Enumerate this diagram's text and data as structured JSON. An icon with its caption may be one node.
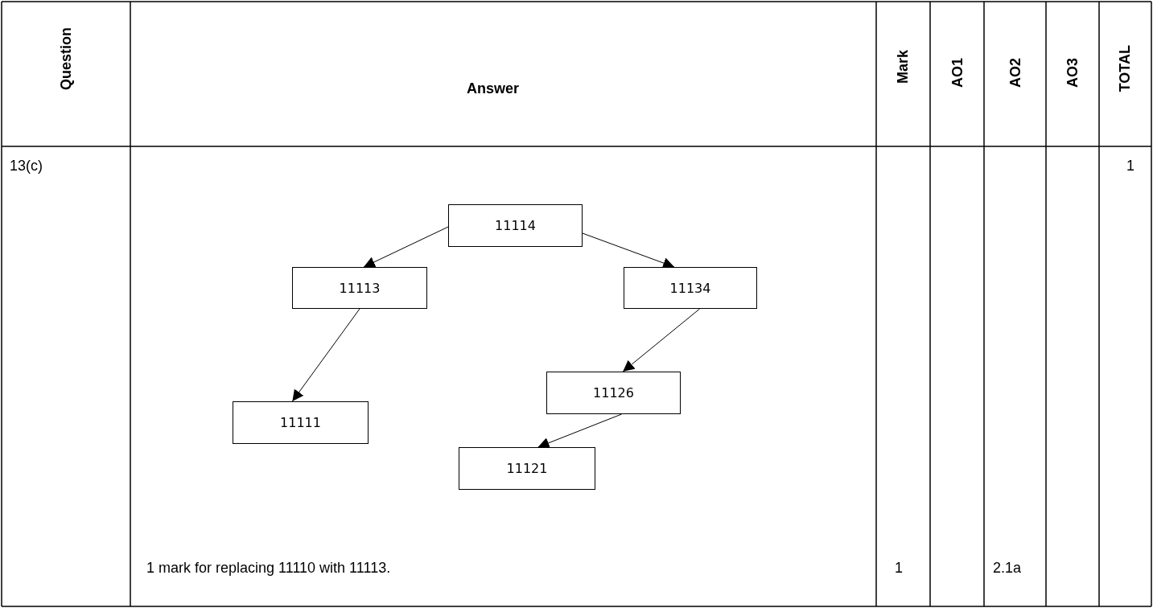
{
  "diagram": {
    "nodes": [
      {
        "text": [
          "11114"
        ]
      },
      {
        "text": [
          "11113"
        ]
      },
      {
        "text": [
          "11134"
        ]
      },
      {
        "text": [
          "11126"
        ]
      },
      {
        "text": [
          "11111"
        ]
      },
      {
        "text": [
          "11121"
        ]
      }
    ],
    "edges": [
      {
        "from": 0,
        "to": 1,
        "arrow": "to"
      },
      {
        "from": 0,
        "to": 2,
        "arrow": "to"
      },
      {
        "from": 1,
        "to": 4,
        "arrow": "to"
      },
      {
        "from": 2,
        "to": 3,
        "arrow": "to"
      },
      {
        "from": 3,
        "to": 5,
        "arrow": "to"
      }
    ],
    "labels": [
      "Question",
      "Answer",
      "Mark",
      "AO1",
      "AO2",
      "AO3",
      "TOTAL",
      "13(c)",
      "1",
      "1 mark for replacing 11110 with 11113.",
      "1",
      "2.1a"
    ]
  }
}
